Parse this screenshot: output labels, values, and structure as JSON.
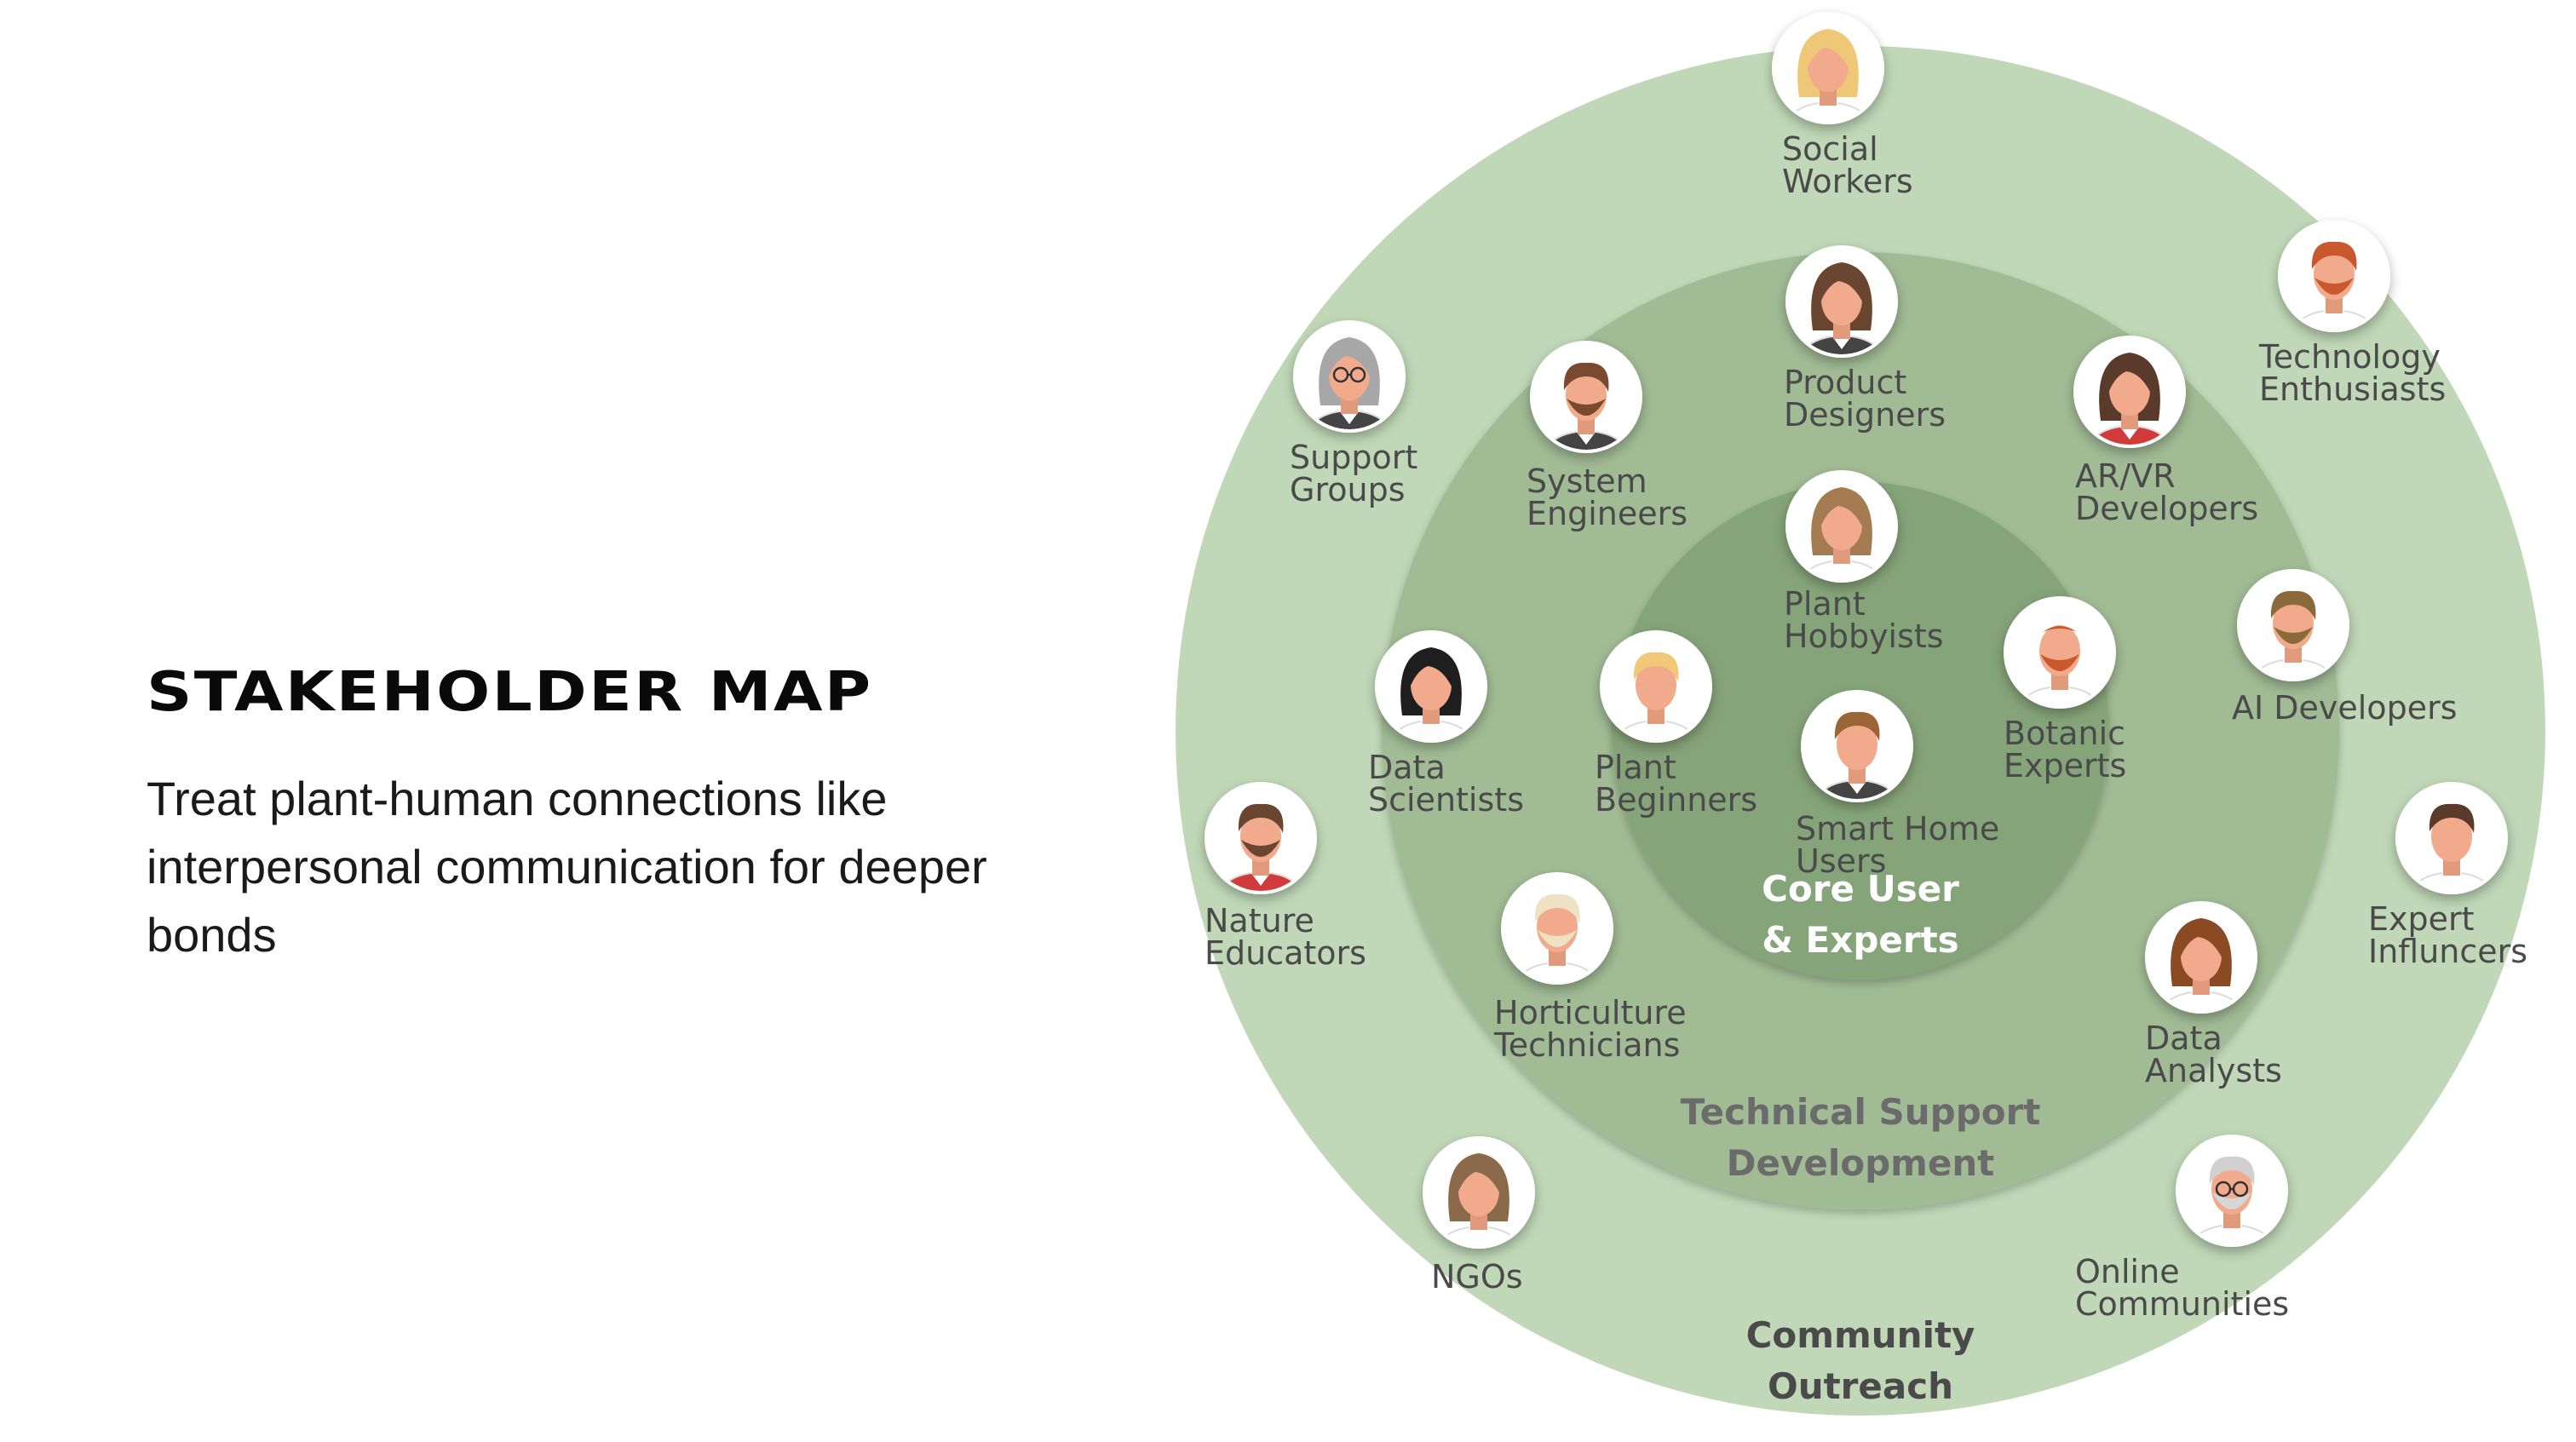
{
  "title": "STAKEHOLDER MAP",
  "subtitle": "Treat plant-human connections like interpersonal communication for deeper bonds",
  "colors": {
    "outer_ring": "#c0d8b7",
    "middle_ring": "#a1bb95",
    "inner_ring": "#86a47a",
    "ring_label_outer": "#4a4a4a",
    "ring_label_middle": "#6b6b6b",
    "ring_label_inner": "#ffffff",
    "skin": "#f1ab8c"
  },
  "rings": [
    {
      "id": "community",
      "lines": [
        "Community",
        "Outreach"
      ]
    },
    {
      "id": "technical",
      "lines": [
        "Technical Support",
        "Development"
      ]
    },
    {
      "id": "core",
      "lines": [
        "Core User",
        "& Experts"
      ]
    }
  ],
  "stakeholders": [
    {
      "id": "social-workers",
      "ring": "community",
      "lines": [
        "Social",
        "Workers"
      ],
      "avatar": "woman-blonde-icon"
    },
    {
      "id": "technology-enthusiasts",
      "ring": "community",
      "lines": [
        "Technology",
        "Enthusiasts"
      ],
      "avatar": "man-red-beard-icon"
    },
    {
      "id": "support-groups",
      "ring": "community",
      "lines": [
        "Support",
        "Groups"
      ],
      "avatar": "elder-woman-glasses-icon"
    },
    {
      "id": "ai-developers",
      "ring": "community",
      "lines": [
        "AI Developers"
      ],
      "avatar": "man-brown-beard-icon"
    },
    {
      "id": "nature-educators",
      "ring": "community",
      "lines": [
        "Nature",
        "Educators"
      ],
      "avatar": "man-beard-icon"
    },
    {
      "id": "expert-influencers",
      "ring": "community",
      "lines": [
        "Expert",
        "Influncers"
      ],
      "avatar": "man-dark-hair-icon"
    },
    {
      "id": "ngos",
      "ring": "community",
      "lines": [
        "NGOs"
      ],
      "avatar": "woman-long-hair-icon"
    },
    {
      "id": "online-communities",
      "ring": "community",
      "lines": [
        "Online",
        "Communities"
      ],
      "avatar": "elder-man-glasses-icon"
    },
    {
      "id": "product-designers",
      "ring": "technical",
      "lines": [
        "Product",
        "Designers"
      ],
      "avatar": "woman-brown-hair-icon"
    },
    {
      "id": "system-engineers",
      "ring": "technical",
      "lines": [
        "System",
        "Engineers"
      ],
      "avatar": "man-beard-suit-icon"
    },
    {
      "id": "ar-vr-developers",
      "ring": "technical",
      "lines": [
        "AR/VR",
        "Developers"
      ],
      "avatar": "woman-ponytail-icon"
    },
    {
      "id": "data-scientists",
      "ring": "technical",
      "lines": [
        "Data",
        "Scientists"
      ],
      "avatar": "woman-black-hair-icon"
    },
    {
      "id": "horticulture-technicians",
      "ring": "technical",
      "lines": [
        "Horticulture",
        "Technicians"
      ],
      "avatar": "elder-man-beard-icon"
    },
    {
      "id": "data-analysts",
      "ring": "technical",
      "lines": [
        "Data",
        "Analysts"
      ],
      "avatar": "woman-bun-icon"
    },
    {
      "id": "plant-hobbyists",
      "ring": "core",
      "lines": [
        "Plant",
        "Hobbyists"
      ],
      "avatar": "woman-light-brown-hair-icon"
    },
    {
      "id": "plant-beginners",
      "ring": "core",
      "lines": [
        "Plant",
        "Beginners"
      ],
      "avatar": "man-blonde-icon"
    },
    {
      "id": "botanic-experts",
      "ring": "core",
      "lines": [
        "Botanic",
        "Experts"
      ],
      "avatar": "man-bald-beard-icon"
    },
    {
      "id": "smart-home-users",
      "ring": "core",
      "lines": [
        "Smart Home",
        "Users"
      ],
      "avatar": "man-brown-hair-icon"
    }
  ]
}
